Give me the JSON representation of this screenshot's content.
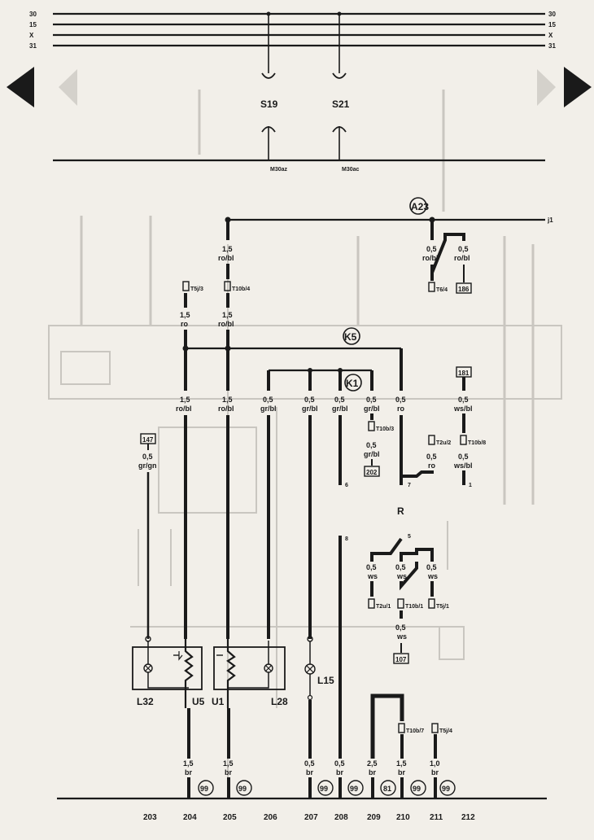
{
  "bus": {
    "left": [
      "30",
      "15",
      "X",
      "31"
    ],
    "right": [
      "30",
      "15",
      "X",
      "31"
    ]
  },
  "nav": {
    "prev": "◀",
    "next": "▶"
  },
  "relays": {
    "s19": "S19",
    "s21": "S21",
    "m30az": "M30az",
    "m30ac": "M30ac"
  },
  "points": {
    "a23": "A23",
    "k5": "K5",
    "k1": "K1",
    "r": "R",
    "j1": "j1"
  },
  "connectors": {
    "t5j3": "T5j/3",
    "t10b4": "T10b/4",
    "t6_4": "T6/4",
    "t10b3": "T10b/3",
    "t2u2": "T2u/2",
    "t10b8": "T10b/8",
    "t2u1": "T2u/1",
    "t10b1": "T10b/1",
    "t5j1": "T5j/1",
    "t10b7": "T10b/7",
    "t5j4": "T5j/4"
  },
  "refs": {
    "r186": "186",
    "r181": "181",
    "r147": "147",
    "r202": "202",
    "r107": "107"
  },
  "wires": {
    "w205_top": [
      "1,5",
      "ro/bl"
    ],
    "w531": [
      "0,5",
      "ro/bl"
    ],
    "w570": [
      "0,5",
      "ro/bl"
    ],
    "w228a": [
      "1,5",
      "ro"
    ],
    "w280a": [
      "1,5",
      "ro/bl"
    ],
    "w228b": [
      "1,5",
      "ro/bl"
    ],
    "w280b": [
      "1,5",
      "ro/bl"
    ],
    "w331": [
      "0,5",
      "gr/bl"
    ],
    "w381": [
      "0,5",
      "gr/bl"
    ],
    "w418": [
      "0,5",
      "gr/bl"
    ],
    "w457a": [
      "0,5",
      "gr/bl"
    ],
    "w457b": [
      "0,5",
      "gr/bl"
    ],
    "w493": [
      "0,5",
      "ro"
    ],
    "w570b": [
      "0,5",
      "ws/bl"
    ],
    "w531b": [
      "0,5",
      "ro"
    ],
    "w570c": [
      "0,5",
      "ws/bl"
    ],
    "w182": [
      "0,5",
      "gr/gn"
    ],
    "w457c": [
      "0,5",
      "ws"
    ],
    "w493c": [
      "0,5",
      "ws"
    ],
    "w531c": [
      "0,5",
      "ws"
    ],
    "w493d": [
      "0,5",
      "ws"
    ],
    "g232": [
      "1,5",
      "br"
    ],
    "g281": [
      "1,5",
      "br"
    ],
    "g381": [
      "0,5",
      "br"
    ],
    "g418": [
      "0,5",
      "br"
    ],
    "g458": [
      "2,5",
      "br"
    ],
    "g494": [
      "1,5",
      "br"
    ],
    "g535": [
      "1,0",
      "br"
    ]
  },
  "pins": {
    "p6": "6",
    "p8": "8",
    "p7": "7",
    "p5": "5",
    "p1": "1"
  },
  "components": {
    "l32": "L32",
    "u5": "U5",
    "u1": "U1",
    "l28": "L28",
    "l15": "L15"
  },
  "grounds": [
    "99",
    "99",
    "99",
    "99",
    "81",
    "99",
    "99"
  ],
  "columns": [
    "203",
    "204",
    "205",
    "206",
    "207",
    "208",
    "209",
    "210",
    "211",
    "212"
  ]
}
